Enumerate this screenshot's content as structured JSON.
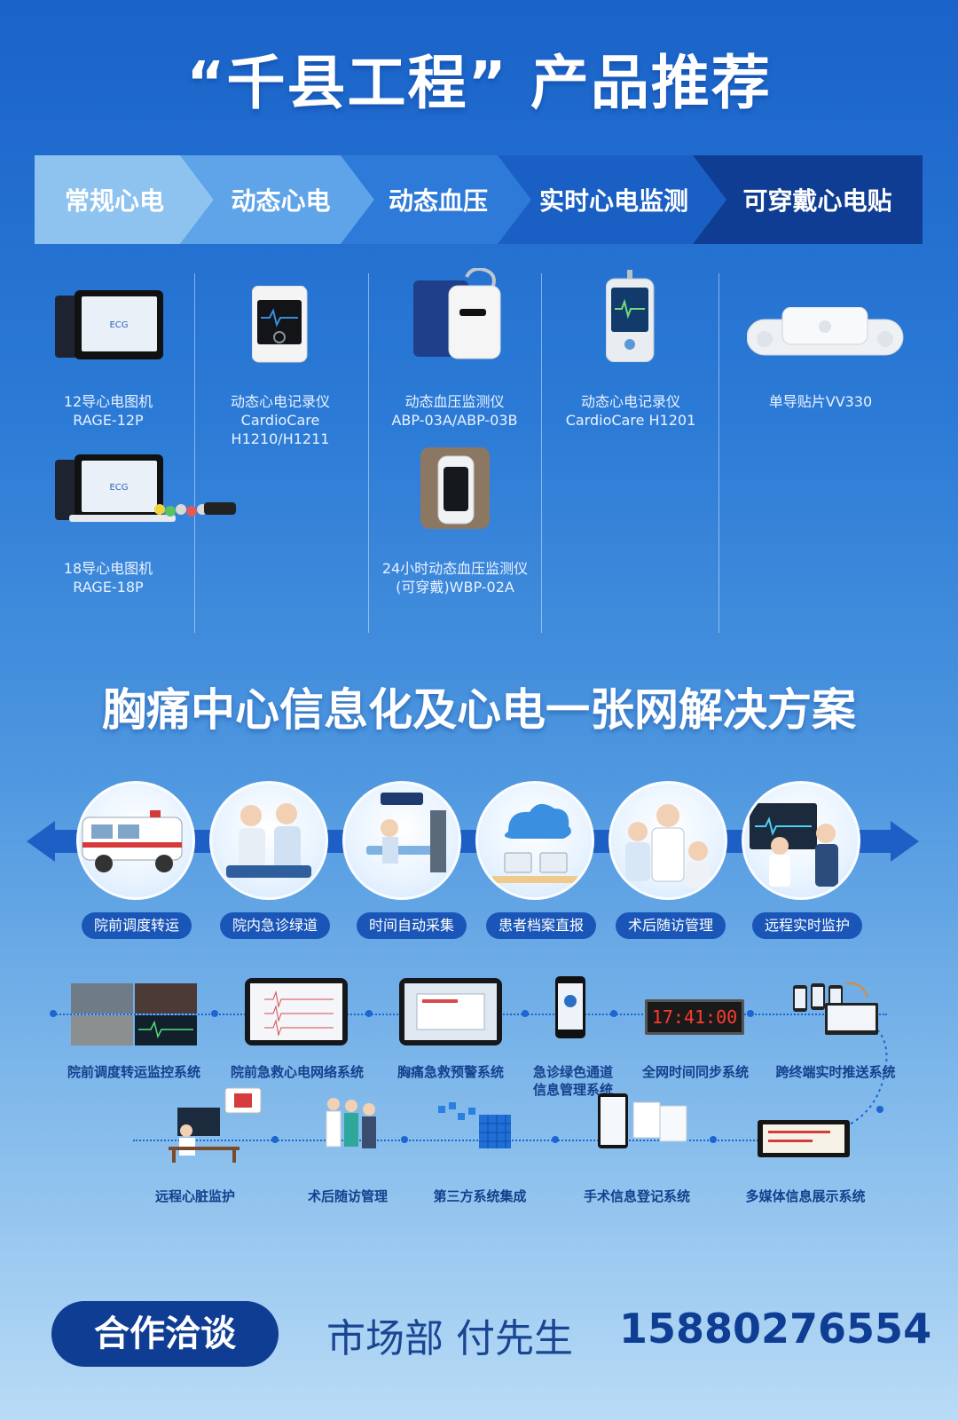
{
  "title": "“千县工程” 产品推荐",
  "tabs": [
    {
      "label": "常规心电"
    },
    {
      "label": "动态心电"
    },
    {
      "label": "动态血压"
    },
    {
      "label": "实时心电监测"
    },
    {
      "label": "可穿戴心电贴"
    }
  ],
  "products": [
    {
      "line1": "12导心电图机",
      "line2": "RAGE-12P",
      "line3": "",
      "icon": "ecg-tablet-icon"
    },
    {
      "line1": "18导心电图机",
      "line2": "RAGE-18P",
      "line3": "",
      "icon": "ecg-tablet-with-leads-icon"
    },
    {
      "line1": "动态心电记录仪",
      "line2": "CardioCare",
      "line3": "H1210/H1211",
      "icon": "holter-recorder-icon"
    },
    {
      "line1": "动态血压监测仪",
      "line2": "ABP-03A/ABP-03B",
      "line3": "",
      "icon": "bp-cuff-monitor-icon"
    },
    {
      "line1": "24小时动态血压监测仪",
      "line2": "(可穿戴)WBP-02A",
      "line3": "",
      "icon": "wearable-bp-icon"
    },
    {
      "line1": "动态心电记录仪",
      "line2": "CardioCare H1201",
      "line3": "",
      "icon": "realtime-ecg-recorder-icon"
    },
    {
      "line1": "单导贴片VV330",
      "line2": "",
      "line3": "",
      "icon": "ecg-patch-icon"
    }
  ],
  "solution_title": "胸痛中心信息化及心电一张网解决方案",
  "process_steps": [
    {
      "label": "院前调度转运",
      "icon": "ambulance-icon"
    },
    {
      "label": "院内急诊绿道",
      "icon": "emergency-team-icon"
    },
    {
      "label": "时间自动采集",
      "icon": "time-capture-icon"
    },
    {
      "label": "患者档案直报",
      "icon": "cloud-report-icon"
    },
    {
      "label": "术后随访管理",
      "icon": "doctor-followup-icon"
    },
    {
      "label": "远程实时监护",
      "icon": "remote-monitor-icon"
    }
  ],
  "systems_row1": [
    {
      "label": "院前调度转运监控系统",
      "label2": ""
    },
    {
      "label": "院前急救心电网络系统",
      "label2": ""
    },
    {
      "label": "胸痛急救预警系统",
      "label2": ""
    },
    {
      "label": "急诊绿色通道",
      "label2": "信息管理系统"
    },
    {
      "label": "全网时间同步系统",
      "label2": ""
    },
    {
      "label": "跨终端实时推送系统",
      "label2": ""
    }
  ],
  "systems_row2": [
    {
      "label": "远程心脏监护"
    },
    {
      "label": "术后随访管理"
    },
    {
      "label": "第三方系统集成"
    },
    {
      "label": "手术信息登记系统"
    },
    {
      "label": "多媒体信息展示系统"
    }
  ],
  "clock_display": "17:41:00",
  "contact": {
    "button_label": "合作洽谈",
    "dept_name": "市场部  付先生",
    "phone": "15880276554"
  },
  "colors": {
    "primary": "#1a56b8",
    "dark": "#0f3d93",
    "accent_light": "#8ec3f0"
  }
}
